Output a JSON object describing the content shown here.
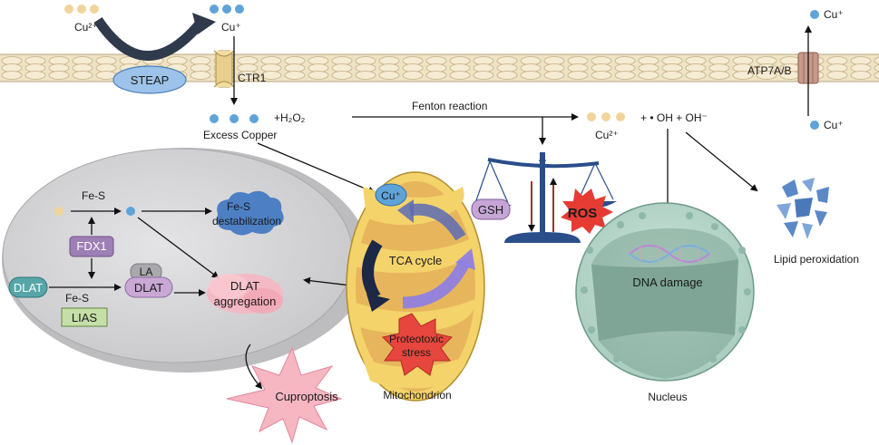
{
  "labels": {
    "cu2_in": "Cu²⁺",
    "cu_plus_in": "Cu⁺",
    "steap": "STEAP",
    "ctr1": "CTR1",
    "atp7ab": "ATP7A/B",
    "cu_plus_out_top": "Cu⁺",
    "cu_plus_out_bottom": "Cu⁺",
    "h2o2": "+H₂O₂",
    "excess_copper": "Excess Copper",
    "fenton": "Fenton reaction",
    "cu2_fenton": "Cu²⁺",
    "hydroxyl": "+ • OH + OH⁻",
    "fes_top": "Fe-S",
    "fes_destab_1": "Fe-S",
    "fes_destab_2": "destabilization",
    "fdx1": "FDX1",
    "la": "LA",
    "dlat_lipoylated": "DLAT",
    "dlat_left": "DLAT",
    "fes_lias": "Fe-S",
    "lias": "LIAS",
    "dlat_agg_1": "DLAT",
    "dlat_agg_2": "aggregation",
    "cu_mito": "Cu⁺",
    "tca": "TCA cycle",
    "proteotoxic_1": "Proteotoxic",
    "proteotoxic_2": "stress",
    "mitochondrion": "Mitochondrion",
    "cuproptosis": "Cuproptosis",
    "gsh": "GSH",
    "ros": "ROS",
    "dna_damage": "DNA damage",
    "nucleus": "Nucleus",
    "lipid_peroxidation": "Lipid peroxidation"
  },
  "colors": {
    "membrane": "#efe3c4",
    "membrane_line": "#b9a67c",
    "copper_ion_cu2": "#f0d49b",
    "copper_ion_cu1": "#5fa3d8",
    "cell": "#d7d7d9",
    "mito_outer": "#f4d36b",
    "mito_inner": "#e2b15a",
    "nucleus": "#b9d8cc",
    "nucleus_inner": "#7ea596",
    "ros": "#e63b33",
    "balance": "#2a4e8a",
    "cuproptosis": "#f6b6c2",
    "lipid": "#5b88c6"
  }
}
